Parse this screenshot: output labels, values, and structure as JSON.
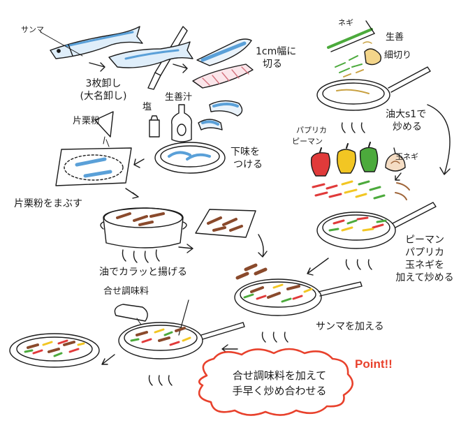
{
  "labels": {
    "sanma": "サンマ",
    "sanmai_oroshi": "3枚卸し",
    "daimyo_oroshi": "(大名卸し)",
    "cut_1cm": "1cm幅に",
    "cut_kiru": "切る",
    "shio": "塩",
    "shoga_jiru": "生善汁",
    "katakuriko": "片栗粉",
    "shita_aji_1": "下味を",
    "shita_aji_2": "つける",
    "katakuriko_mabusu": "片栗粉をまぶす",
    "negi": "ネギ",
    "shoga": "生善",
    "hosogiri": "細切り",
    "abura_1": "油大s1で",
    "abura_2": "炒める",
    "paprika": "パプリカ",
    "piman": "ピーマン",
    "tamanegi": "玉ネギ",
    "add_veg_1": "ピーマン",
    "add_veg_2": "パプリカ",
    "add_veg_3": "玉ネギを",
    "add_veg_4": "加えて炒める",
    "abura_age": "油でカラッと揚げる",
    "awase_chomiryo": "合せ調味料",
    "sanma_kuwaeru": "サンマを加える",
    "point": "Point!!",
    "final_1": "合せ調味料を加えて",
    "final_2": "手早く炒め合わせる"
  },
  "colors": {
    "ink": "#1a1a1a",
    "fish_blue": "#5aa0d8",
    "pepper_red": "#e03a3a",
    "pepper_yellow": "#f2c623",
    "pepper_green": "#4caa3c",
    "onion_brown": "#a0663a",
    "point_red": "#e8412c",
    "cloud_outline": "#e8412c"
  },
  "icons": [
    "fish-icon",
    "knife-icon",
    "pan-icon",
    "pot-icon",
    "tray-icon",
    "flame-icon",
    "pepper-icon",
    "onion-icon",
    "scallion-icon",
    "ginger-icon",
    "bottle-icon",
    "arrow-icon",
    "cloud-bubble",
    "plate-icon"
  ]
}
